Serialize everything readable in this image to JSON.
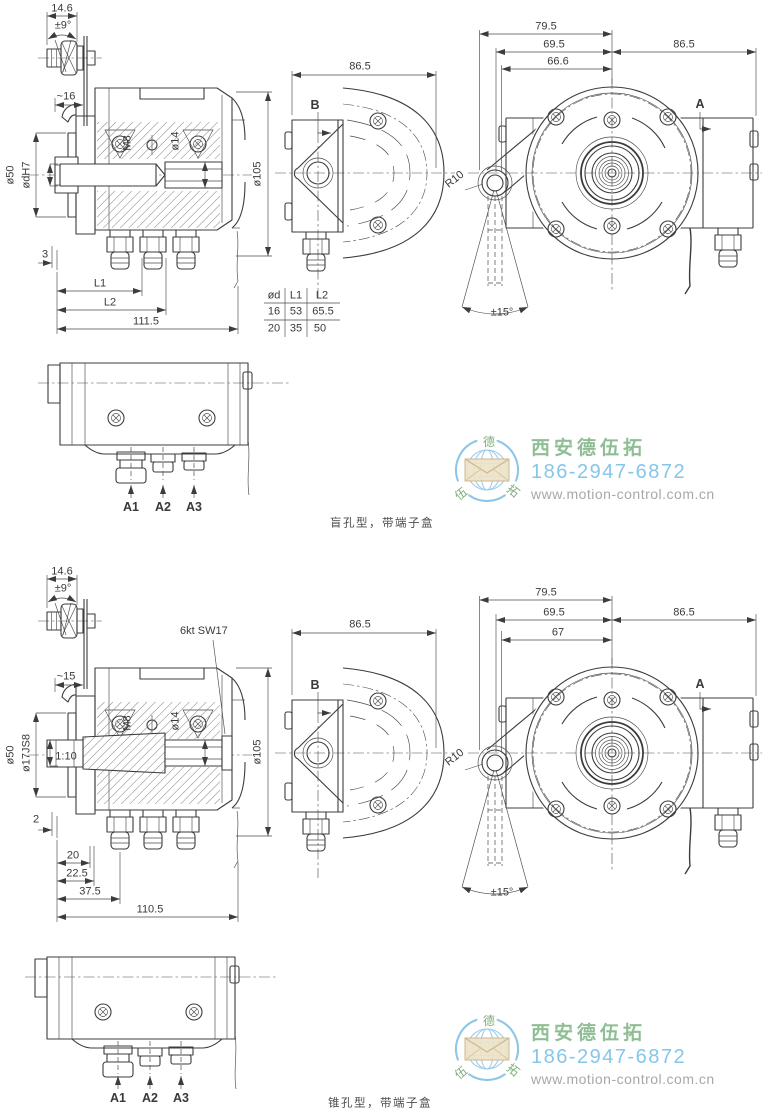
{
  "drawing": {
    "sections": [
      {
        "caption": "盲孔型，带端子盒",
        "side": {
          "clamp_width": "14.6",
          "clamp_angle": "±9°",
          "offset": "~16",
          "shaft_dia": "ø50",
          "bore": "ødH7",
          "screw": "M8",
          "hub": "ø14",
          "body_dia": "ø105",
          "gap": "3",
          "l1": "L1",
          "l2": "L2",
          "total": "111.5"
        },
        "bview": {
          "label": "B",
          "width": "86.5"
        },
        "table": {
          "headers": [
            "ød",
            "L1",
            "L2"
          ],
          "rows": [
            [
              "16",
              "53",
              "65.5"
            ],
            [
              "20",
              "35",
              "50"
            ]
          ]
        },
        "front": {
          "label": "A",
          "d1": "79.5",
          "d2": "69.5",
          "d3": "66.6",
          "width": "86.5",
          "radius": "R10",
          "swing": "±15°"
        },
        "bottom": {
          "ports": [
            "A1",
            "A2",
            "A3"
          ]
        }
      },
      {
        "caption": "锥孔型，带端子盒",
        "side": {
          "clamp_width": "14.6",
          "clamp_angle": "±9°",
          "offset": "~15",
          "hex": "6kt SW17",
          "shaft_dia": "ø50",
          "bore": "ø17JS8",
          "taper": "1:10",
          "screw": "M8",
          "hub": "ø14",
          "body_dia": "ø105",
          "gap": "2",
          "d20": "20",
          "d225": "22.5",
          "d375": "37.5",
          "total": "110.5"
        },
        "bview": {
          "label": "B",
          "width": "86.5"
        },
        "front": {
          "label": "A",
          "d1": "79.5",
          "d2": "69.5",
          "d3": "67",
          "width": "86.5",
          "radius": "R10",
          "swing": "±15°"
        },
        "bottom": {
          "ports": [
            "A1",
            "A2",
            "A3"
          ]
        }
      }
    ],
    "watermark": {
      "company": "西安德伍拓",
      "phone": "186-2947-6872",
      "website": "www.motion-control.com.cn",
      "logo_chars": {
        "top": "德",
        "bottom_left": "伍",
        "bottom_right": "拓"
      },
      "colors": {
        "company": "#8fbe94",
        "phone": "#85c6ea",
        "website": "#a8a8a8",
        "logo": "#8ec6e8",
        "envelope": "#e8dcc0"
      }
    }
  }
}
